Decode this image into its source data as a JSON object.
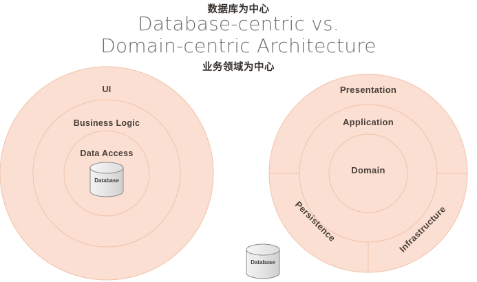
{
  "header": {
    "cn_top": "数据库为中心",
    "title_line1": "Database-centric vs.",
    "title_line2": "Domain-centric Architecture",
    "cn_bottom": "业务领域为中心"
  },
  "colors": {
    "ring_fill": "#fbdfd3",
    "ring_stroke": "#f0c3a8",
    "text": "#4a4038",
    "title_text": "#6d6d6d",
    "cn_text": "#35302c",
    "cylinder_fill": "#e3e3e3",
    "cylinder_stroke": "#8c8c8c",
    "background": "#ffffff"
  },
  "left_diagram": {
    "name": "database-centric",
    "rings": [
      {
        "id": "ui",
        "label": "UI"
      },
      {
        "id": "business-logic",
        "label": "Business Logic"
      },
      {
        "id": "data-access",
        "label": "Data Access"
      }
    ],
    "cylinder": {
      "label": "Database"
    }
  },
  "right_diagram": {
    "name": "domain-centric",
    "rings": [
      {
        "id": "presentation",
        "label": "Presentation"
      },
      {
        "id": "application",
        "label": "Application"
      },
      {
        "id": "domain",
        "label": "Domain"
      }
    ],
    "sectors": [
      {
        "id": "persistence",
        "label": "Persistence",
        "rotation": 45
      },
      {
        "id": "infrastructure",
        "label": "Infrastructure",
        "rotation": -45
      }
    ]
  },
  "bottom_cylinder": {
    "label": "Database"
  }
}
